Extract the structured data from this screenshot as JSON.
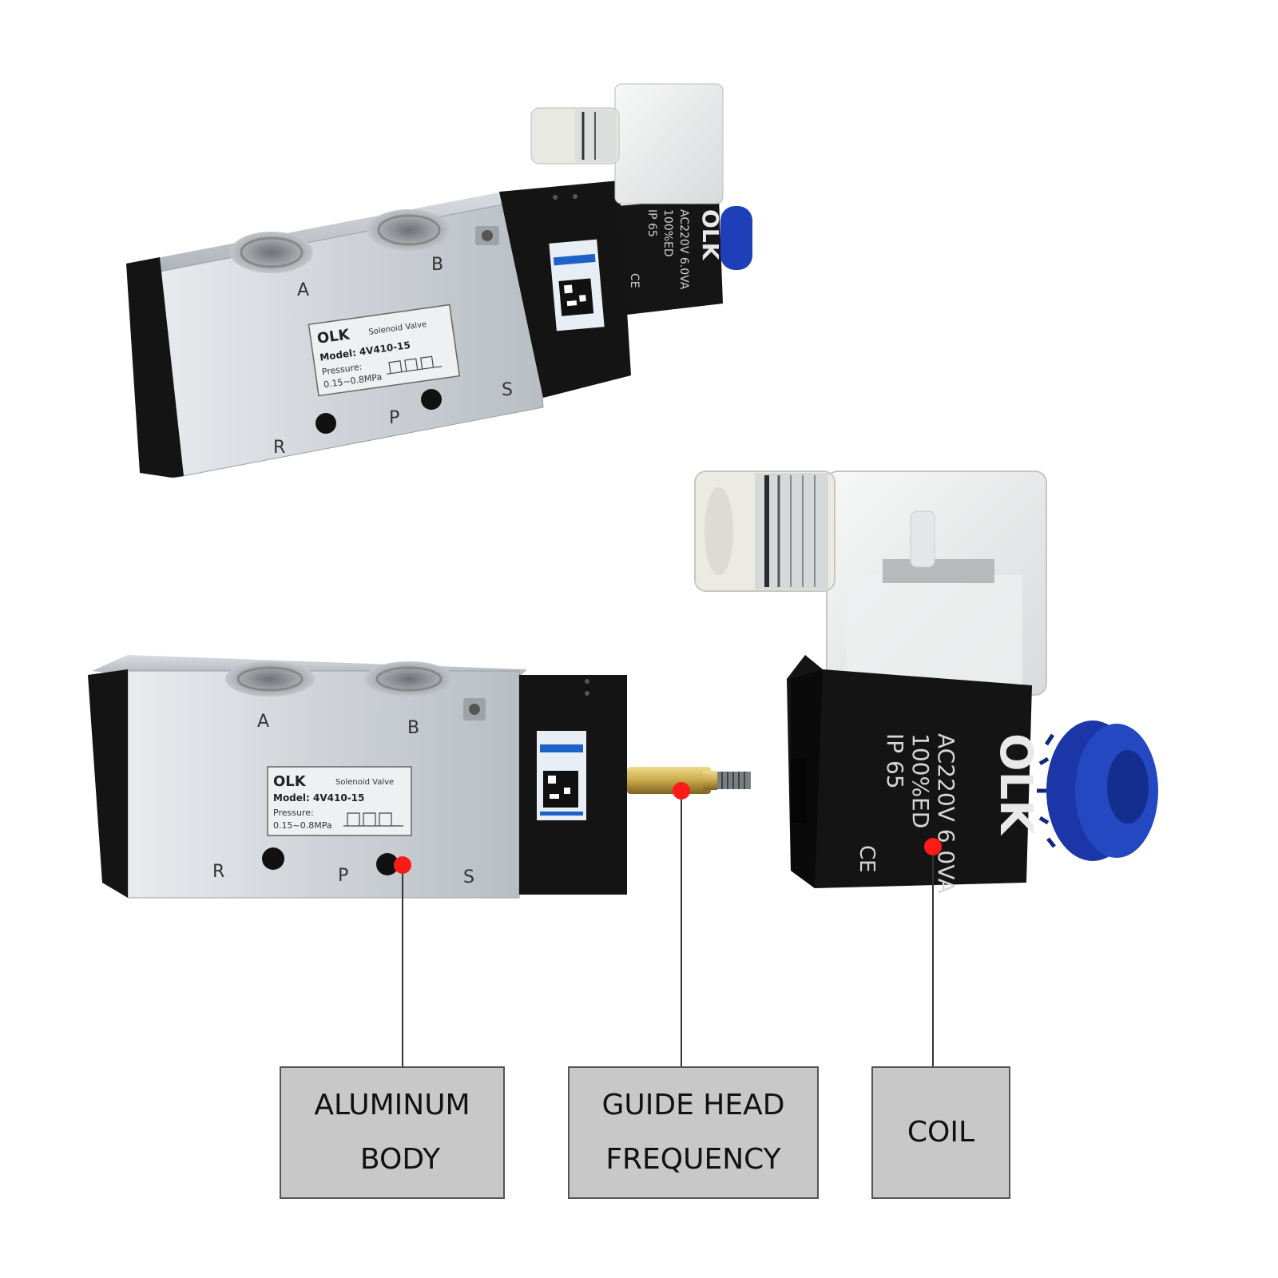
{
  "top_valve": {
    "ports": {
      "a": "A",
      "b": "B",
      "r": "R",
      "p": "P",
      "s": "S"
    },
    "nameplate": {
      "brand": "OLK",
      "type": "Solenoid Valve",
      "model": "Model:  4V410-15",
      "pressure_label": "Pressure:",
      "pressure_value": "0.15~0.8MPa"
    },
    "coil": {
      "brand": "OLK",
      "voltage": "AC220V 6.0VA",
      "duty": "100%ED",
      "rating": "IP 65",
      "mark": "CE"
    }
  },
  "bottom_valve": {
    "ports": {
      "a": "A",
      "b": "B",
      "r": "R",
      "p": "P",
      "s": "S"
    },
    "nameplate": {
      "brand": "OLK",
      "type": "Solenoid Valve",
      "model": "Model:  4V410-15",
      "pressure_label": "Pressure:",
      "pressure_value": "0.15~0.8MPa"
    }
  },
  "detached_coil": {
    "brand": "OLK",
    "voltage": "AC220V 6.0VA",
    "duty": "100%ED",
    "rating": "IP 65",
    "mark": "CE"
  },
  "callouts": {
    "aluminum_body": {
      "line1": "ALUMINUM",
      "line2": "BODY"
    },
    "guide_head": {
      "line1": "GUIDE HEAD",
      "line2": "FREQUENCY"
    },
    "coil": {
      "line1": "COIL"
    }
  },
  "colors": {
    "callout_dot": "#ff1a1a",
    "callout_box": "#c8c8c8",
    "aluminum": "#c9cdd2",
    "black_housing": "#141414",
    "blue_nut": "#1f3fb8",
    "brass": "#c9a84a"
  }
}
